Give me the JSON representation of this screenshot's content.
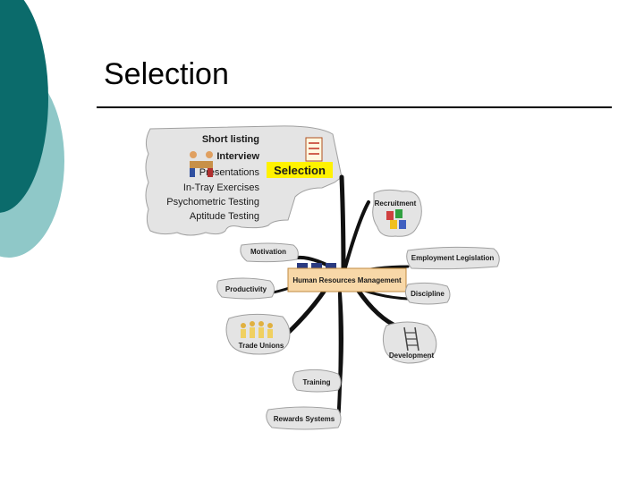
{
  "slide": {
    "title": "Selection",
    "theme_colors": {
      "dark_teal": "#0b6b6b",
      "light_teal": "#8fc8c8",
      "rule": "#000000"
    }
  },
  "mindmap": {
    "center": "Human Resources Management",
    "selection_label": "Selection",
    "selection_items": [
      "Short listing",
      "Interview",
      "Presentations",
      "In-Tray Exercises",
      "Psychometric Testing",
      "Aptitude Testing"
    ],
    "branches": {
      "recruitment": "Recruitment",
      "motivation": "Motivation",
      "employment_legislation": "Employment Legislation",
      "productivity": "Productivity",
      "discipline": "Discipline",
      "trade_unions": "Trade Unions",
      "development": "Development",
      "training": "Training",
      "rewards_systems": "Rewards Systems"
    },
    "colors": {
      "cloud": "#e4e4e4",
      "cloud_stroke": "#a0a0a0",
      "selection_highlight": "#fff200",
      "center_box": "#f8d8a8",
      "center_stroke": "#c08a40",
      "branch_line": "#111111"
    },
    "icons": [
      "checklist-icon",
      "meeting-people-icon",
      "recruitment-papers-icon",
      "people-group-icon",
      "ladder-icon",
      "navy-blocks-icon"
    ]
  }
}
